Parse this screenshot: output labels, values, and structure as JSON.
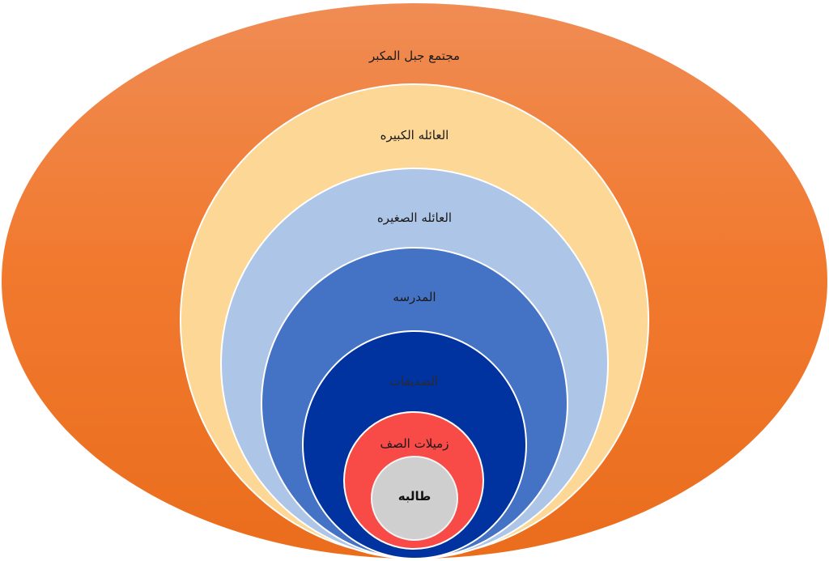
{
  "diagram": {
    "levels": [
      {
        "label": "مجتمع جبل المكبر",
        "fill": "#f17a30"
      },
      {
        "label": "العائله الكبيره",
        "fill": "#fcd795"
      },
      {
        "label": "العائله الصغيره",
        "fill": "#adc5e7"
      },
      {
        "label": "المدرسه",
        "fill": "#4472c4"
      },
      {
        "label": "الصديقات",
        "fill": "#0033a0"
      },
      {
        "label": "زميلات الصف",
        "fill": "#f84a47"
      },
      {
        "label": "طالبه",
        "fill": "#cfcfcf"
      }
    ]
  }
}
